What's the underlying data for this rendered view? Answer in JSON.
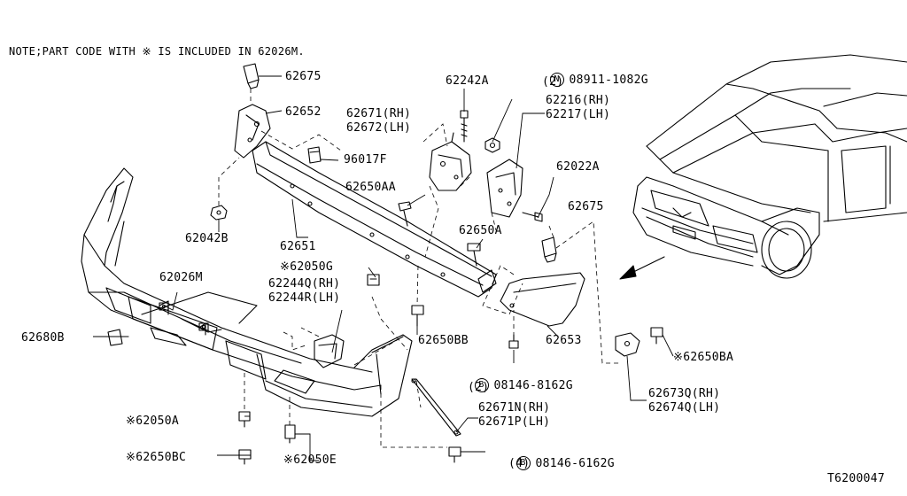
{
  "note": "NOTE;PART CODE WITH ※ IS INCLUDED IN 62026M.",
  "diagram_code": "T6200047",
  "parts": {
    "p62675_top": "62675",
    "p62652": "62652",
    "p62242A": "62242A",
    "p62671_rh": "62671(RH)",
    "p62672_lh": "62672(LH)",
    "n_symbol": "N",
    "n_code": "08911-1082G",
    "n_qty": "(2)",
    "p62216_rh": "62216(RH)",
    "p62217_lh": "62217(LH)",
    "p96017F": "96017F",
    "p62022A": "62022A",
    "p62650AA": "62650AA",
    "p62675_right": "62675",
    "p62042B": "62042B",
    "p62651": "62651",
    "p62650A": "62650A",
    "p62050G": "※62050G",
    "p62026M": "62026M",
    "p62244Q": "62244Q(RH)",
    "p62244R": "62244R(LH)",
    "p62680B": "62680B",
    "p62650BB": "62650BB",
    "p62653": "62653",
    "p62650BA": "※62650BA",
    "b_symbol": "B",
    "b1_code": "08146-8162G",
    "b1_qty": "(2)",
    "p62673Q": "62673Q(RH)",
    "p62674Q": "62674Q(LH)",
    "p62671N": "62671N(RH)",
    "p62671P": "62671P(LH)",
    "p62050A": "※62050A",
    "b2_code": "08146-6162G",
    "b2_qty": "(4)",
    "p62650BC": "※62650BC",
    "p62050E": "※62050E"
  }
}
